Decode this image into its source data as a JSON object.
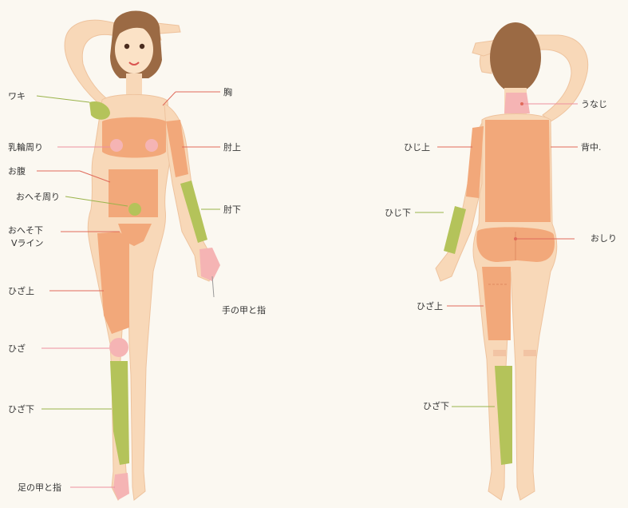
{
  "colors": {
    "background": "#fbf8f1",
    "skin": "#f8d8b8",
    "skin_edge": "#eec39e",
    "hair": "#9b6a44",
    "zone_orange": "#f2a87a",
    "zone_green": "#b4c35a",
    "zone_pink": "#f5b4b4",
    "leader_red": "#e06a5a",
    "leader_green": "#9ab34a",
    "leader_pink": "#ee8fa0"
  },
  "front": {
    "labels": {
      "waki": "ワキ",
      "chest": "胸",
      "areola": "乳輪周り",
      "upper_elbow": "肘上",
      "belly": "お腹",
      "around_navel": "おへそ周り",
      "lower_elbow": "肘下",
      "below_navel": "おへそ下",
      "vline": "Vライン",
      "above_knee": "ひざ上",
      "hand": "手の甲と指",
      "knee": "ひざ",
      "below_knee": "ひざ下",
      "foot": "足の甲と指"
    }
  },
  "back": {
    "labels": {
      "nape": "うなじ",
      "upper_elbow": "ひじ上",
      "back": "背中.",
      "lower_elbow": "ひじ下",
      "hips": "おしり",
      "above_knee": "ひざ上",
      "below_knee": "ひざ下"
    }
  }
}
